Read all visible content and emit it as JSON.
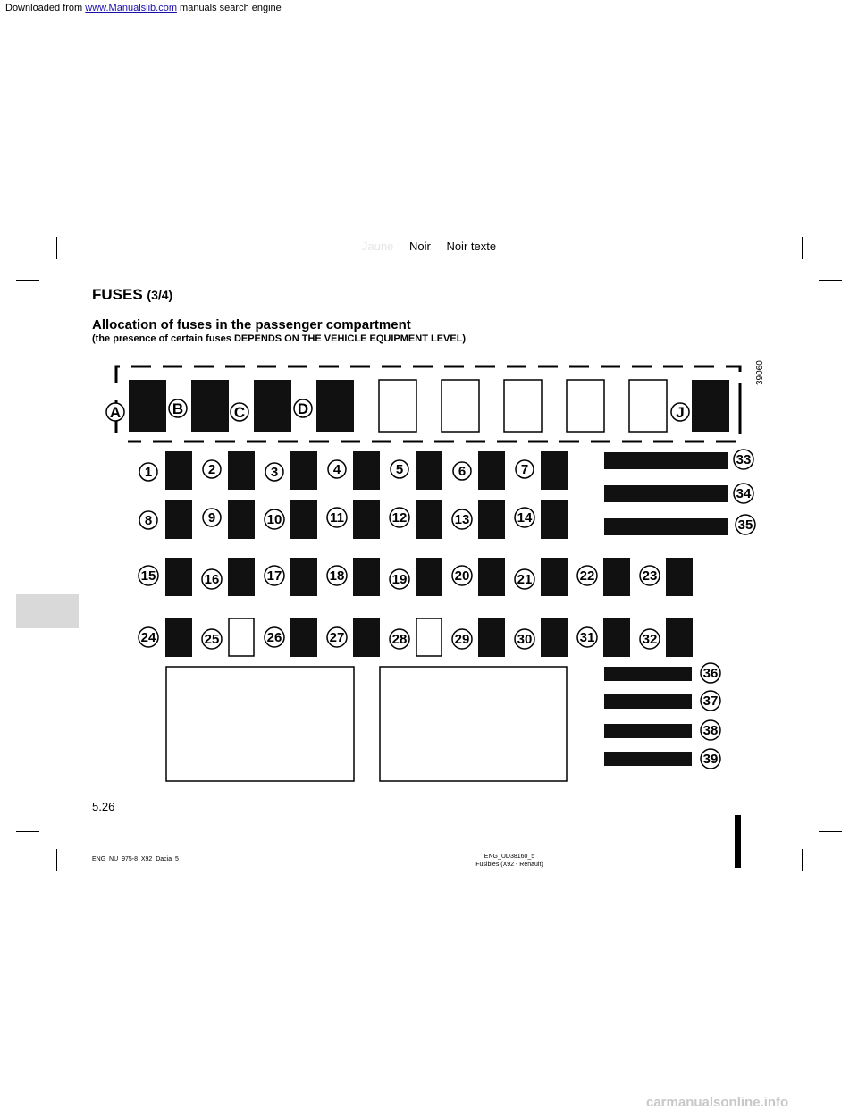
{
  "header": {
    "downloaded_prefix": "Downloaded from ",
    "site_link": "www.Manualslib.com",
    "downloaded_suffix": " manuals search engine"
  },
  "print_marks": {
    "jaune": "Jaune",
    "noir": "Noir",
    "noir_texte": "Noir texte"
  },
  "title": {
    "main": "FUSES",
    "part": "(3/4)"
  },
  "subtitle": "Allocation of fuses in the passenger compartment",
  "subnote": "(the presence of certain fuses DEPENDS ON THE VEHICLE EQUIPMENT LEVEL)",
  "diagram": {
    "reference_code": "39060",
    "top_labels": [
      "A",
      "B",
      "C",
      "D",
      "J"
    ],
    "fuse_numbers": [
      "1",
      "2",
      "3",
      "4",
      "5",
      "6",
      "7",
      "8",
      "9",
      "10",
      "11",
      "12",
      "13",
      "14",
      "15",
      "16",
      "17",
      "18",
      "19",
      "20",
      "21",
      "22",
      "23",
      "24",
      "25",
      "26",
      "27",
      "28",
      "29",
      "30",
      "31",
      "32",
      "33",
      "34",
      "35",
      "36",
      "37",
      "38",
      "39"
    ]
  },
  "page_number": "5.26",
  "footer": {
    "left": "ENG_NU_975-8_X92_Dacia_5",
    "right_line1": "ENG_UD38160_5",
    "right_line2": "Fusibles (X92 - Renault)"
  },
  "watermark": "carmanualsonline.info"
}
